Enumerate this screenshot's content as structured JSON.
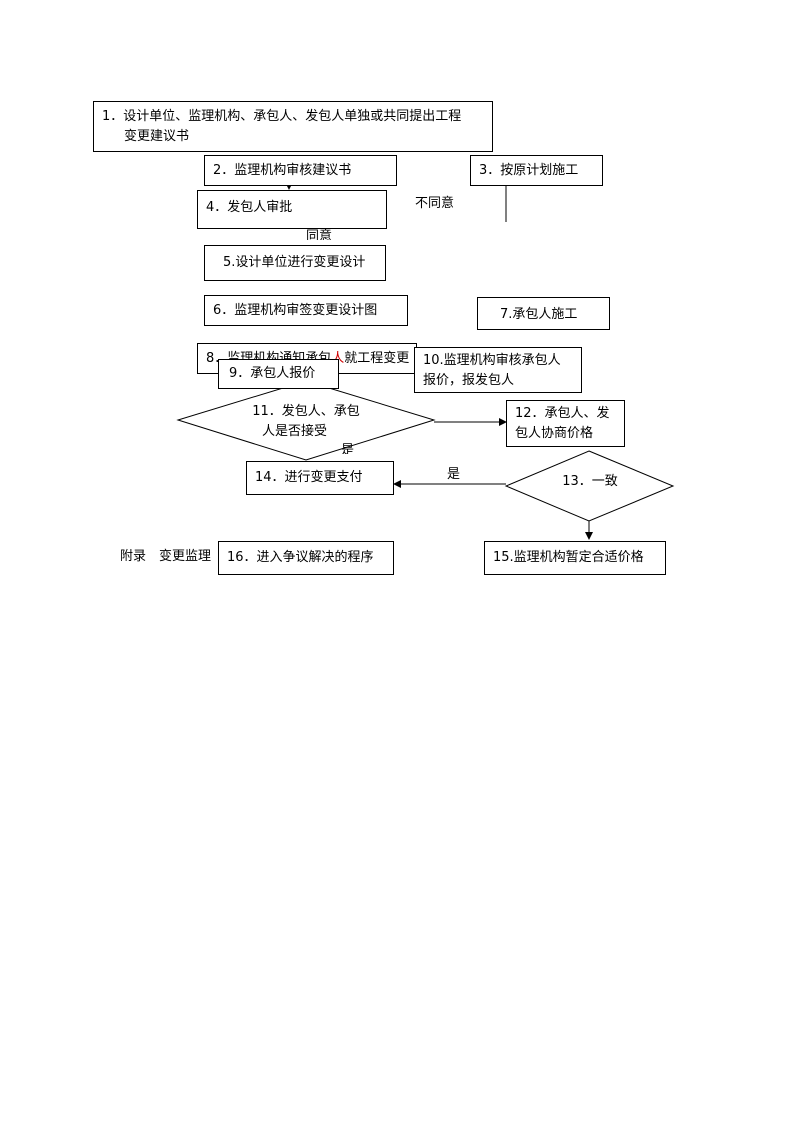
{
  "nodes": {
    "n1_line1": "1．设计单位、监理机构、承包人、发包人单独或共同提出工程",
    "n1_line2": "变更建议书",
    "n2": "2．监理机构审核建议书",
    "n3": "3．按原计划施工",
    "n4": "4．发包人审批",
    "n5": "5.设计单位进行变更设计",
    "n6": "6．监理机构审签变更设计图",
    "n7": "7.承包人施工",
    "n8_a": "8．监理机构通知承包",
    "n8_b": "人",
    "n8_c": "就工程变更",
    "n9": "9．承包人报价",
    "n10_line1": "10.监理机构审核承包人",
    "n10_line2": "报价，报发包人",
    "n11_line1": "11．发包人、承包",
    "n11_line2": "人是否接受",
    "n12_line1": "12．承包人、发",
    "n12_line2": "包人协商价格",
    "n13": "13．一致",
    "n14": "14．进行变更支付",
    "n15": "15.监理机构暂定合适价格",
    "n16": "16．进入争议解决的程序"
  },
  "labels": {
    "disagree": "不同意",
    "agree": "同意",
    "yes": "是",
    "partial_text": "是",
    "appendix": "附录　变更监理"
  }
}
